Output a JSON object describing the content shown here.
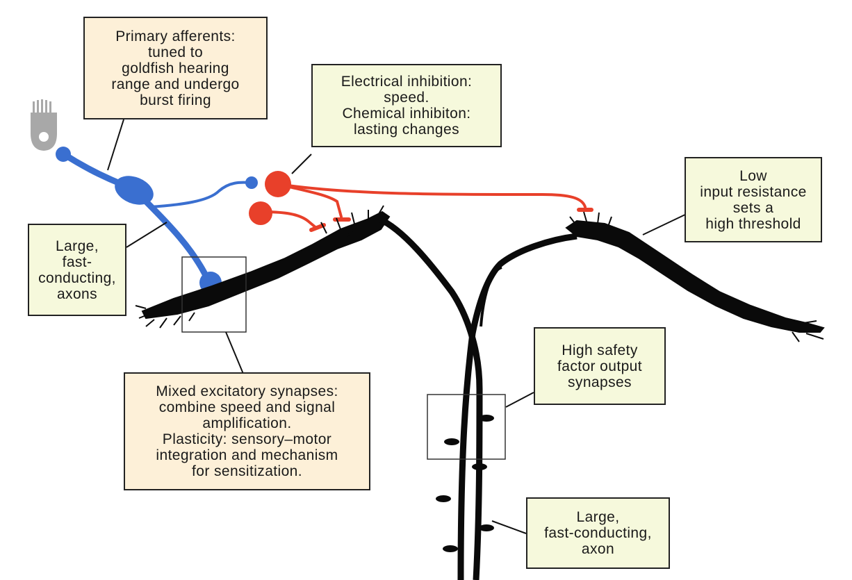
{
  "colors": {
    "afferent": "#3a6fd0",
    "inhibitory": "#e8402a",
    "neuron": "#0a0a0a",
    "hair_cell": "#a8a8a8",
    "label_peach": "#fdf0d8",
    "label_lime": "#f6f9dc"
  },
  "labels": {
    "primary_afferents": [
      "Primary afferents:",
      "tuned to",
      "goldfish hearing",
      "range and undergo",
      "burst firing"
    ],
    "inhibition": [
      "Electrical inhibition:",
      "speed.",
      "Chemical inhibiton:",
      "lasting changes"
    ],
    "input_resistance": [
      "Low",
      "input resistance",
      "sets a",
      "high threshold"
    ],
    "large_axons": [
      "Large,",
      "fast-",
      "conducting,",
      "axons"
    ],
    "output_synapses": [
      "High safety",
      "factor output",
      "synapses"
    ],
    "mixed_synapses": [
      "Mixed excitatory synapses:",
      "combine speed and signal",
      "amplification.",
      "Plasticity: sensory–motor",
      "integration and mechanism",
      "for sensitization."
    ],
    "large_axon": [
      "Large,",
      "fast-conducting,",
      "axon"
    ]
  }
}
